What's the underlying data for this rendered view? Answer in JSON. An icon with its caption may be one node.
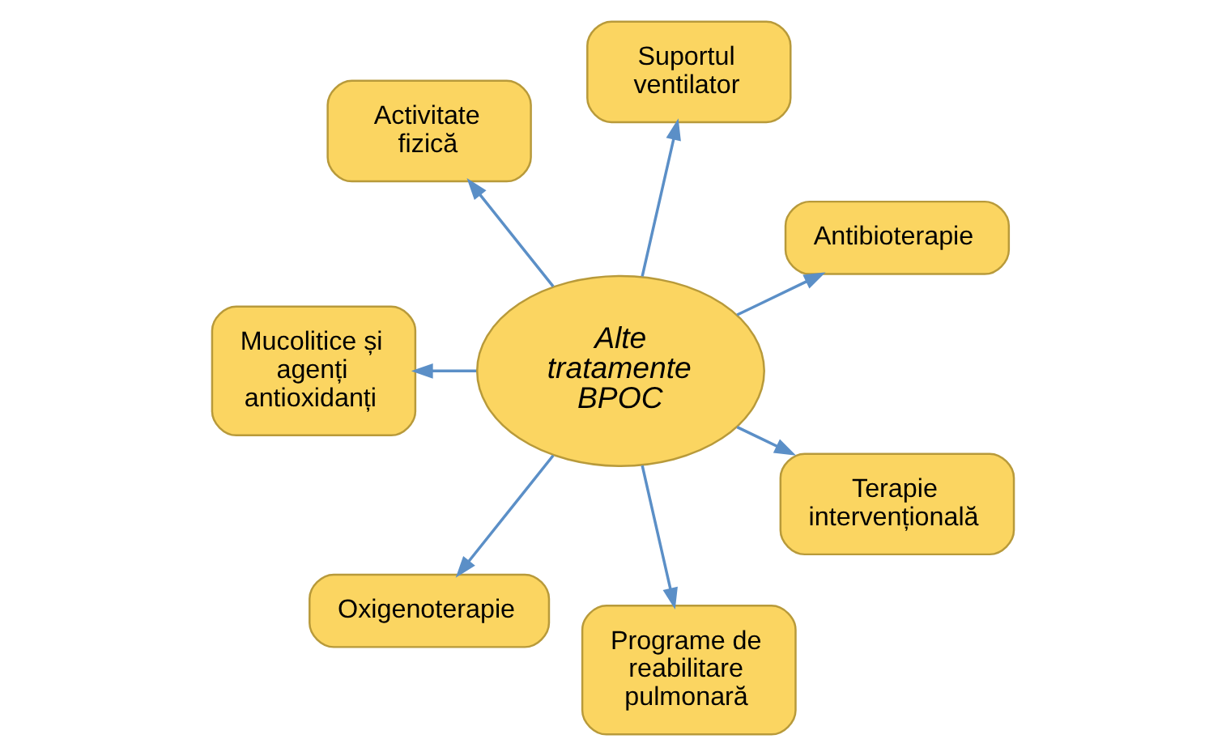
{
  "diagram": {
    "nodes": [
      {
        "text": [
          "Alte tratamente BPOC"
        ]
      },
      {
        "text": [
          "Antibioterapie"
        ]
      },
      {
        "text": [
          "Suportul ventilator"
        ]
      },
      {
        "text": [
          "Activitate fizică"
        ]
      },
      {
        "text": [
          "Mucolitice și agenți antioxidanți"
        ]
      },
      {
        "text": [
          "Oxigenoterapie"
        ]
      },
      {
        "text": [
          "Programe de reabilitare pulmonară"
        ]
      },
      {
        "text": [
          "Terapie intervențională"
        ]
      }
    ],
    "edges": [
      {
        "from": 0,
        "to": 1,
        "arrow": "to"
      },
      {
        "from": 0,
        "to": 2,
        "arrow": "to"
      },
      {
        "from": 0,
        "to": 3,
        "arrow": "to"
      },
      {
        "from": 0,
        "to": 4,
        "arrow": "to"
      },
      {
        "from": 0,
        "to": 7,
        "arrow": "to"
      },
      {
        "from": 0,
        "to": 6,
        "arrow": "to"
      },
      {
        "from": 0,
        "to": 5,
        "arrow": "to"
      }
    ]
  }
}
